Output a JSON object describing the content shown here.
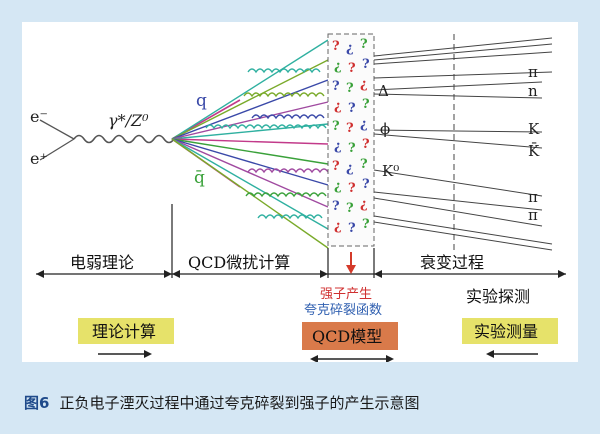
{
  "particles": {
    "eminus": "e⁻",
    "eplus": "e⁺",
    "boson": "γ*/Z⁰",
    "quark": "q",
    "antiquark": "q̄",
    "delta": "Δ",
    "phi": "ϕ",
    "k0": "K⁰",
    "pi_top": "π",
    "n": "n",
    "k": "K",
    "kbar": "K̄",
    "pi_b1": "π",
    "pi_b2": "π"
  },
  "stages": {
    "electroweak": "电弱理论",
    "qcd_perturbative": "QCD微扰计算",
    "decay": "衰变过程"
  },
  "hadron_production": {
    "line1": "强子产生",
    "line2": "夸克碎裂函数"
  },
  "experiment_probe": "实验探测",
  "boxes": {
    "theory": "理论计算",
    "qcd_model": "QCD模型",
    "measurement": "实验测量"
  },
  "caption": {
    "figure_number": "图6",
    "text": "正负电子湮灭过程中通过夸克碎裂到强子的产生示意图"
  },
  "colors": {
    "frame": "#d5e7f4",
    "quark": "#3a49a8",
    "antiquark": "#3aa13a",
    "vertex": "#c23a8a",
    "arrow_red": "#d43a2a",
    "box_yellow": "#e6e26a",
    "box_orange": "#d97a4a",
    "label_red": "#d03030",
    "label_blue": "#2f5fb0"
  }
}
